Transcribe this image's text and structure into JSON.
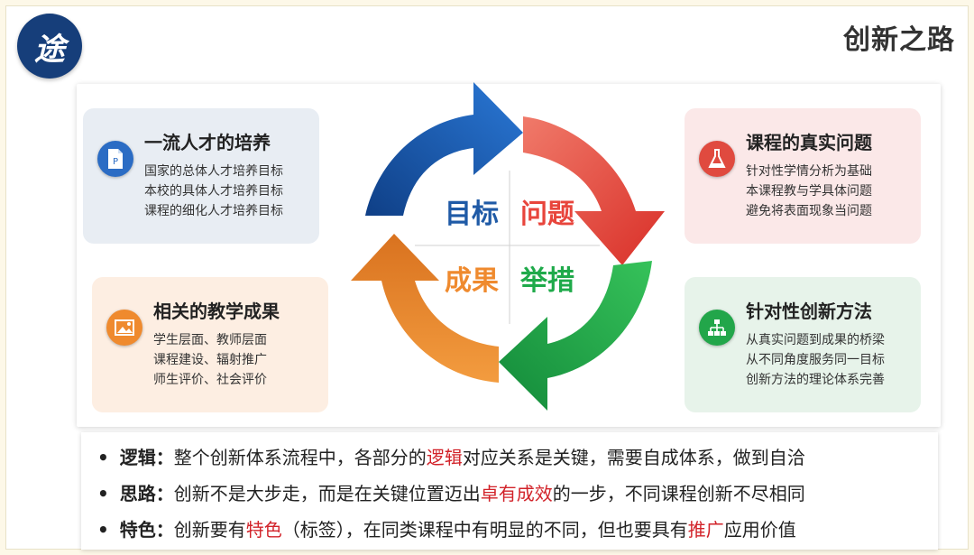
{
  "header": {
    "logo_char": "途",
    "title": "创新之路"
  },
  "colors": {
    "blue": "#1f5aa6",
    "red": "#e8453c",
    "green": "#1faa4a",
    "orange": "#ef8a2e",
    "highlight": "#d2232a"
  },
  "cycle": {
    "quadrants": [
      "目标",
      "问题",
      "成果",
      "举措"
    ]
  },
  "cards": [
    {
      "title": "一流人才的培养",
      "icon": "document-p-icon",
      "lines": [
        "国家的总体人才培养目标",
        "本校的具体人才培养目标",
        "课程的细化人才培养目标"
      ]
    },
    {
      "title": "课程的真实问题",
      "icon": "flask-icon",
      "lines": [
        "针对性学情分析为基础",
        "本课程教与学具体问题",
        "避免将表面现象当问题"
      ]
    },
    {
      "title": "相关的教学成果",
      "icon": "image-icon",
      "lines": [
        "学生层面、教师层面",
        "课程建设、辐射推广",
        "师生评价、社会评价"
      ]
    },
    {
      "title": "针对性创新方法",
      "icon": "org-chart-icon",
      "lines": [
        "从真实问题到成果的桥梁",
        "从不同角度服务同一目标",
        "创新方法的理论体系完善"
      ]
    }
  ],
  "bullets": [
    {
      "dot": "•",
      "label": "逻辑：",
      "pre": "整个创新体系流程中，各部分的",
      "hl1": "逻辑",
      "mid": "对应关系是关键，需要自成体系，做到自洽",
      "hl2": "",
      "post": ""
    },
    {
      "dot": "•",
      "label": "思路：",
      "pre": "创新不是大步走，而是在关键位置迈出",
      "hl1": "卓有成效",
      "mid": "的一步，不同课程创新不尽相同",
      "hl2": "",
      "post": ""
    },
    {
      "dot": "•",
      "label": "特色：",
      "pre": "创新要有",
      "hl1": "特色",
      "mid": "（标签），在同类课程中有明显的不同，但也要具有",
      "hl2": "推广",
      "post": "应用价值"
    }
  ]
}
